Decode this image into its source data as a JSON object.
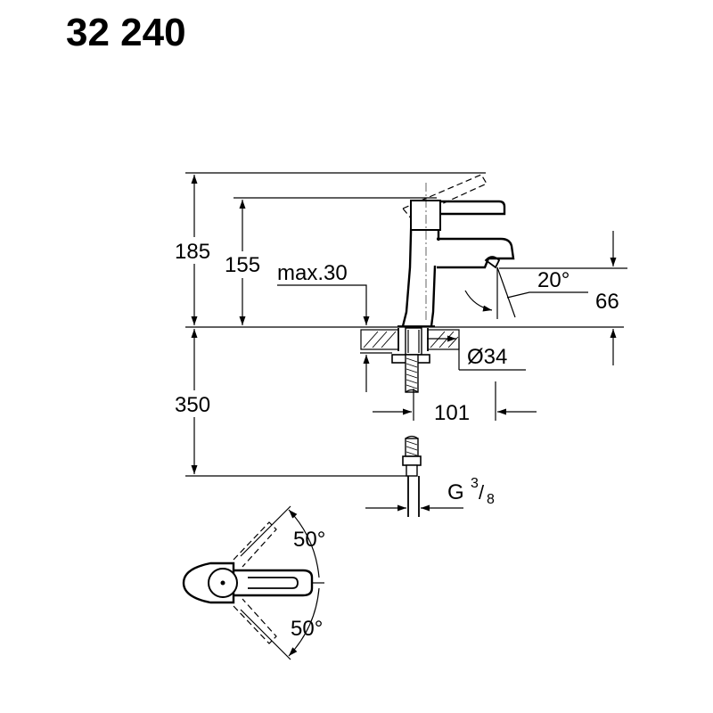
{
  "title": "32 240",
  "dimensions": {
    "d185": "185",
    "d155": "155",
    "max30": "max.30",
    "angle20": "20°",
    "d66": "66",
    "dia34": "Ø34",
    "d350": "350",
    "d101": "101",
    "thread_g": "G",
    "thread_num": "3",
    "thread_slash": "/",
    "thread_den": "8",
    "angle_up": "50°",
    "angle_down": "50°"
  }
}
